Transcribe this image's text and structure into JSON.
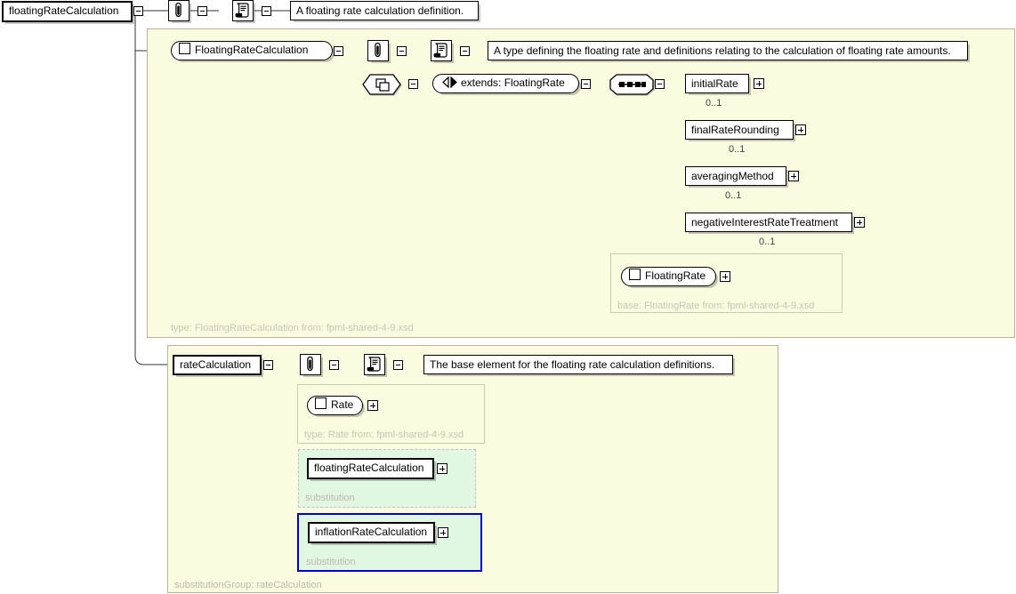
{
  "diagram": {
    "title": "floatingRateCalculation",
    "root_element": {
      "name": "floatingRateCalculation",
      "annotation_icon": "annotation-icon",
      "documentation_icon": "documentation-icon",
      "documentation": "A floating rate calculation definition."
    },
    "type_panel": {
      "type_label": "type: FloatingRateCalculation from: fpml-shared-4-9.xsd",
      "type_name": "FloatingRateCalculation",
      "annotation_icon": "annotation-icon",
      "documentation_icon": "documentation-icon",
      "documentation": "A type defining the floating rate and definitions relating to the calculation of floating rate amounts.",
      "complex_content_icon": "complex-content-icon",
      "extends": "extends: FloatingRate",
      "sequence_icon": "sequence-icon",
      "children": [
        {
          "name": "initialRate",
          "cardinality": "0..1"
        },
        {
          "name": "finalRateRounding",
          "cardinality": "0..1"
        },
        {
          "name": "averagingMethod",
          "cardinality": "0..1"
        },
        {
          "name": "negativeInterestRateTreatment",
          "cardinality": "0..1"
        }
      ],
      "base_panel": {
        "base_label": "base: FloatingRate from: fpml-shared-4-9.xsd",
        "base_type": "FloatingRate"
      }
    },
    "substitution_panel": {
      "group_label": "substitutionGroup: rateCalculation",
      "head_element": {
        "name": "rateCalculation",
        "annotation_icon": "annotation-icon",
        "documentation_icon": "documentation-icon",
        "documentation": "The base element for the floating rate calculation definitions."
      },
      "rate_type_panel": {
        "type_label": "type: Rate from: fpml-shared-4-9.xsd",
        "type_name": "Rate"
      },
      "members": [
        {
          "name": "floatingRateCalculation",
          "label": "substitution",
          "selected": false
        },
        {
          "name": "inflationRateCalculation",
          "label": "substitution",
          "selected": true
        }
      ]
    }
  },
  "colors": {
    "panel_bg": "#fbfbe0",
    "panel_border": "#b4b49e",
    "substitution_bg": "#e2f7e2",
    "selected_border": "#0000cc",
    "line": "#333333",
    "faded_text": "#c6c6b4"
  }
}
